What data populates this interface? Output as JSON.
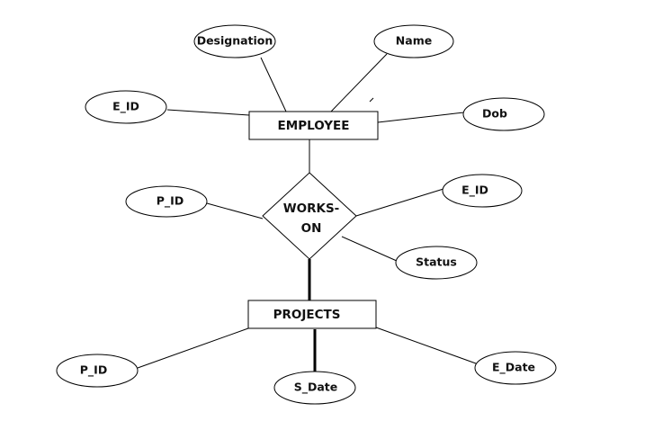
{
  "entities": {
    "employee": "EMPLOYEE",
    "projects": "PROJECTS"
  },
  "relationship": {
    "line1": "WORKS-",
    "line2": "ON"
  },
  "employee_attributes": {
    "designation": "Designation",
    "name": "Name",
    "e_id": "E_ID",
    "dob": "Dob"
  },
  "works_on_attributes": {
    "p_id": "P_ID",
    "e_id": "E_ID",
    "status": "Status"
  },
  "projects_attributes": {
    "p_id": "P_ID",
    "s_date": "S_Date",
    "e_date": "E_Date"
  },
  "colors": {
    "stroke": "#000000",
    "background": "#ffffff",
    "text": "#111111"
  }
}
